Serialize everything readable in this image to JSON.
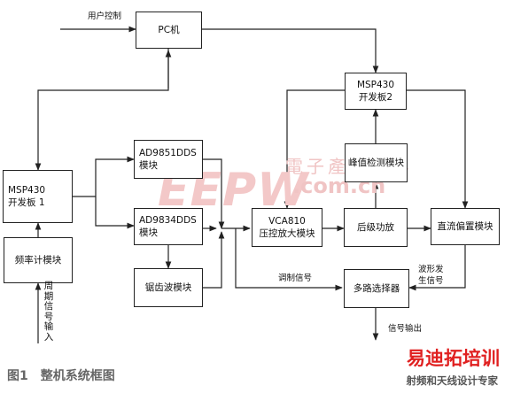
{
  "blocks": {
    "pc": "PC机",
    "msp430_1_line1": "MSP430",
    "msp430_1_line2": "开发板 1",
    "freq_meter": "频率计模块",
    "ad9851_line1": "AD9851DDS",
    "ad9851_line2": "模块",
    "ad9834_line1": "AD9834DDS",
    "ad9834_line2": "模块",
    "sawtooth": "锯齿波模块",
    "msp430_2_line1": "MSP430",
    "msp430_2_line2": "开发板2",
    "peak_detect": "峰值检测模块",
    "vca810_line1": "VCA810",
    "vca810_line2": "压控放大模块",
    "post_amp": "后级功放",
    "dc_offset": "直流偏置模块",
    "mux": "多路选择器"
  },
  "labels": {
    "user_control": "用户控制",
    "period_input": "周期信号输入",
    "mod_signal": "调制信号",
    "waveform_line1": "波形发",
    "waveform_line2": "生信号",
    "signal_output": "信号输出"
  },
  "caption": "图1　整机系统框图",
  "watermark": {
    "eepw": "EEPW",
    "cn": "電子產品世界",
    "com": ".com.cn"
  },
  "brand": {
    "logo": "易迪拓培训",
    "tagline": "射频和天线设计专家"
  },
  "colors": {
    "line": "#222222",
    "watermark": "#f3c8c8",
    "brand_red": "#e02020",
    "caption_gray": "#666666"
  }
}
